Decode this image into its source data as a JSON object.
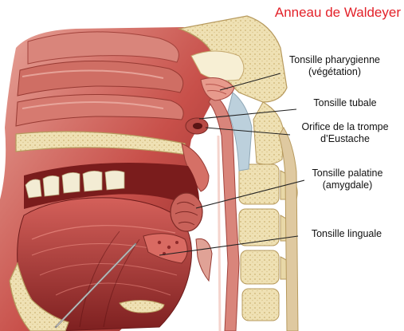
{
  "title": "Anneau de Waldeyer",
  "labels": {
    "pharyngeal": {
      "line1": "Tonsille pharygienne",
      "line2": "(végétation)"
    },
    "tubal": {
      "line1": "Tonsille tubale"
    },
    "eustachian": {
      "line1": "Orifice de la trompe",
      "line2": "d’Eustache"
    },
    "palatine": {
      "line1": "Tonsille palatine",
      "line2": "(amygdale)"
    },
    "lingual": {
      "line1": "Tonsille linguale"
    }
  },
  "colors": {
    "title": "#e3222a",
    "tissue": "#c8504a",
    "tissue_dark": "#8e2a2a",
    "mucosa": "#d98a80",
    "bone": "#efe1b4",
    "bone_edge": "#b79a5e",
    "cartilage": "#bcd0dc",
    "teeth": "#f3ecd4",
    "leader_line": "#222222"
  }
}
